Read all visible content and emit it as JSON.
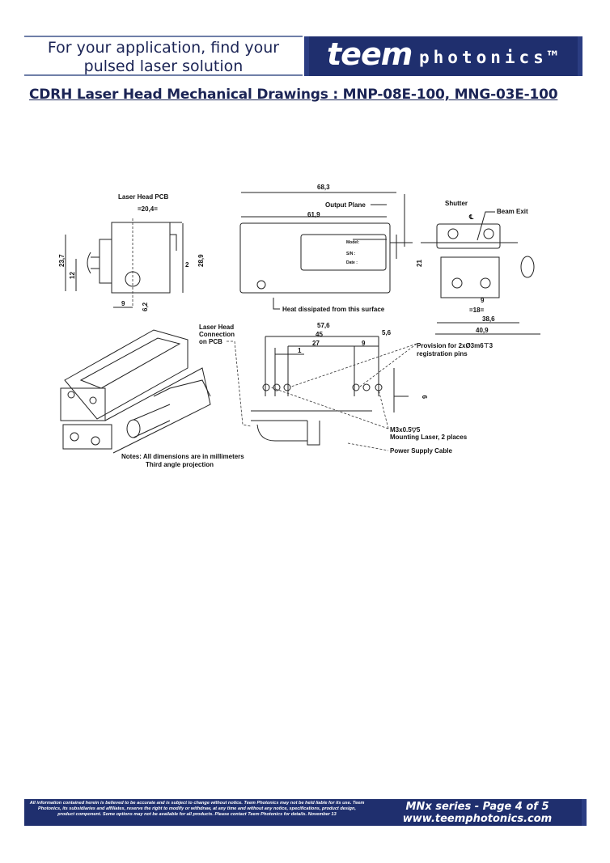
{
  "header": {
    "tagline_line1": "For your application, find your",
    "tagline_line2": "pulsed laser solution",
    "logo_bold": "teem",
    "logo_rest": "photonics™",
    "brand_color": "#1f2f6e"
  },
  "title": "CDRH Laser Head Mechanical Drawings : MNP-08E-100, MNG-03E-100",
  "drawing": {
    "pcb_label": "Laser Head PCB",
    "dim_20_4": "=20,4=",
    "dim_23_7": "23,7",
    "dim_12": "12",
    "dim_28_9": "28,9",
    "dim_2": "2",
    "dim_9a": "9",
    "dim_6_2": "6,2",
    "dim_68_3": "68,3",
    "output_plane": "Output Plane",
    "dim_61_9": "61,9",
    "label_model": "Model:",
    "label_sn": "S/N :",
    "label_date": "Date :",
    "dim_21": "21",
    "heat_note": "Heat dissipated from this surface",
    "shutter": "Shutter",
    "centerline": "℄",
    "beam_exit": "Beam Exit",
    "dim_9b": "9",
    "dim_18": "=18=",
    "dim_38_6": "38,6",
    "dim_40_9": "40,9",
    "conn_line1": "Laser Head",
    "conn_line2": "Connection",
    "conn_line3": "on PCB",
    "dim_57_6": "57,6",
    "dim_45": "45",
    "dim_5_6": "5,6",
    "dim_27": "27",
    "dim_9c": "9",
    "dim_1": "1",
    "dim_9d": "9",
    "pins_line1": "Provision for 2xØ3m6⊤3",
    "pins_line2": "registration pins",
    "mount_line1": "M3x0.5▽5",
    "mount_line2": "Mounting Laser, 2 places",
    "cable": "Power Supply Cable",
    "notes_line1": "Notes: All dimensions are in millimeters",
    "notes_line2": "Third angle projection"
  },
  "footer": {
    "disclaimer": "All information contained herein is believed to be accurate and is subject to change without notice. Teem Photonics may not be held liable for its use. Teem Photonics, its subsidiaries and affiliates, reserve the right to modify or withdraw, at any time and without any notice, specifications, product design, product component. Some options may not be available for all products. Please contact Teem Photonics for details. November 13",
    "page_info": "MNx series - Page 4 of 5",
    "website": "www.teemphotonics.com"
  }
}
